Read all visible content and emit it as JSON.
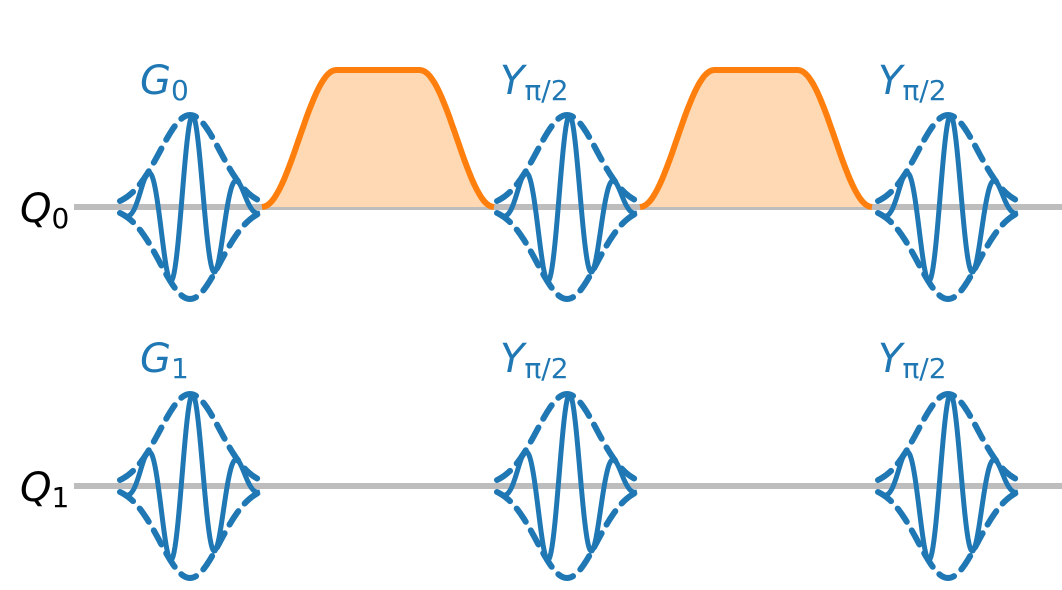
{
  "colors": {
    "wire": "#bdbdbd",
    "gate": "#1f77b4",
    "pulse_stroke": "#ff7f0e",
    "pulse_fill": "#ffd9b3",
    "qubit_label": "#000000"
  },
  "qubits": [
    {
      "label": "Q",
      "sub": "0",
      "gates": [
        {
          "label": "G",
          "sub": "0"
        },
        {
          "label": "Y",
          "sub": "π/2"
        },
        {
          "label": "Y",
          "sub": "π/2"
        }
      ],
      "pulses": 2
    },
    {
      "label": "Q",
      "sub": "1",
      "gates": [
        {
          "label": "G",
          "sub": "1"
        },
        {
          "label": "Y",
          "sub": "π/2"
        },
        {
          "label": "Y",
          "sub": "π/2"
        }
      ],
      "pulses": 0
    }
  ]
}
